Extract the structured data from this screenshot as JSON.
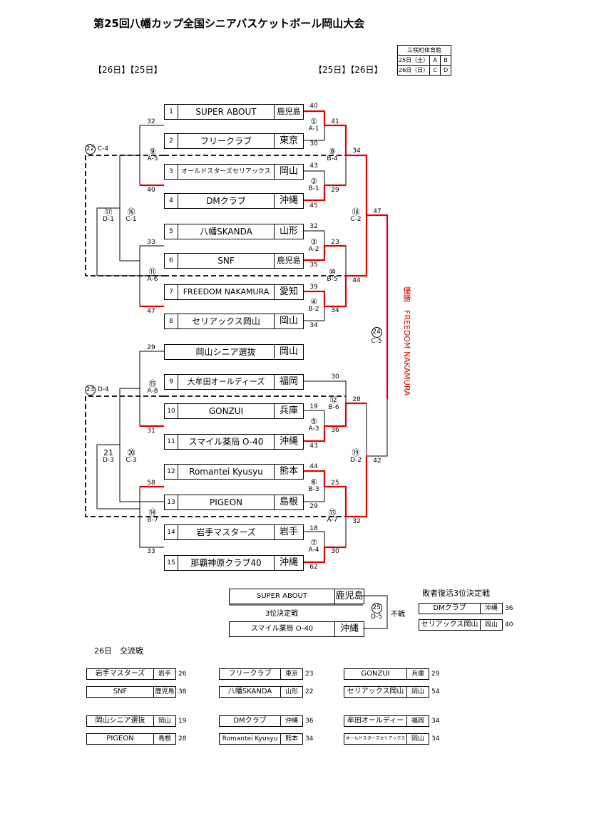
{
  "title": "第25回八幡カップ全国シニアバスケットボール岡山大会",
  "header_left": "【26日】【25日】",
  "header_right": "【25日】【26日】",
  "venue": {
    "name": "三咲町体育館",
    "rows": [
      {
        "day": "25日（土）",
        "c1": "A",
        "c2": "B"
      },
      {
        "day": "26日（日）",
        "c1": "C",
        "c2": "D"
      }
    ]
  },
  "teams": [
    {
      "seed": "1",
      "name": "SUPER ABOUT",
      "pref": "鹿児島"
    },
    {
      "seed": "2",
      "name": "フリークラブ",
      "pref": "東京"
    },
    {
      "seed": "3",
      "name": "オールドスターズセリアックス",
      "pref": "岡山"
    },
    {
      "seed": "4",
      "name": "DMクラブ",
      "pref": "沖縄"
    },
    {
      "seed": "5",
      "name": "八幡SKANDA",
      "pref": "山形"
    },
    {
      "seed": "6",
      "name": "SNF",
      "pref": "鹿児島"
    },
    {
      "seed": "7",
      "name": "FREEDOM NAKAMURA",
      "pref": "愛知"
    },
    {
      "seed": "8",
      "name": "セリアックス岡山",
      "pref": "岡山"
    },
    {
      "seed": "",
      "name": "岡山シニア選抜",
      "pref": "岡山"
    },
    {
      "seed": "9",
      "name": "大牟田オールディーズ",
      "pref": "福岡"
    },
    {
      "seed": "10",
      "name": "GONZUI",
      "pref": "兵庫"
    },
    {
      "seed": "11",
      "name": "スマイル薬局 O-40",
      "pref": "沖縄"
    },
    {
      "seed": "12",
      "name": "Romantei Kyusyu",
      "pref": "熊本"
    },
    {
      "seed": "13",
      "name": "PIGEON",
      "pref": "島根"
    },
    {
      "seed": "14",
      "name": "岩手マスターズ",
      "pref": "岩手"
    },
    {
      "seed": "15",
      "name": "那覇神原クラブ40",
      "pref": "沖縄"
    }
  ],
  "scores": {
    "s40a": "40",
    "s41": "41",
    "s30a": "30",
    "s34a": "34",
    "s43a": "43",
    "s29a": "29",
    "s45": "45",
    "s47a": "47",
    "s32a": "32",
    "s23a": "23",
    "s35": "35",
    "s44a": "44",
    "s39": "39",
    "s34b": "34",
    "s34c": "34",
    "s32b": "32",
    "s40b": "40",
    "s33a": "33",
    "s47b": "47",
    "s29b": "29",
    "s30b": "30",
    "s28": "28",
    "s19": "19",
    "s36": "36",
    "s43b": "43",
    "s42": "42",
    "s44b": "44",
    "s25": "25",
    "s29c": "29",
    "s32c": "32",
    "s18": "18",
    "s30c": "30",
    "s62": "62",
    "s31": "31",
    "s58": "58",
    "s33b": "33"
  },
  "matches": {
    "m1": {
      "num": "①",
      "code": "A-1"
    },
    "m2": {
      "num": "②",
      "code": "B-1"
    },
    "m3": {
      "num": "③",
      "code": "A-2"
    },
    "m4": {
      "num": "④",
      "code": "B-2"
    },
    "m5": {
      "num": "⑤",
      "code": "A-3"
    },
    "m6": {
      "num": "⑥",
      "code": "B-3"
    },
    "m7": {
      "num": "⑦",
      "code": "A-4"
    },
    "m8": {
      "num": "⑧",
      "code": "B-4"
    },
    "m9": {
      "num": "⑨",
      "code": "A-5"
    },
    "m10": {
      "num": "⑩",
      "code": "B-5"
    },
    "m11": {
      "num": "⑪",
      "code": "A-6"
    },
    "m12": {
      "num": "⑫",
      "code": "B-6"
    },
    "m13": {
      "num": "⑬",
      "code": "A-7"
    },
    "m14": {
      "num": "⑭",
      "code": "B-7"
    },
    "m15": {
      "num": "⑮",
      "code": "A-8"
    },
    "m16": {
      "num": "⑯",
      "code": "C-1"
    },
    "m17": {
      "num": "⑰",
      "code": "D-1"
    },
    "m18": {
      "num": "⑱",
      "code": "C-2"
    },
    "m19": {
      "num": "⑲",
      "code": "D-2"
    },
    "m20": {
      "num": "⑳",
      "code": "C-3"
    },
    "m21": {
      "num": "21",
      "code": "D-3"
    },
    "m22": {
      "num": "22",
      "code": "C-4"
    },
    "m23": {
      "num": "23",
      "code": "D-4"
    },
    "m24": {
      "num": "24",
      "code": "C-5"
    },
    "m25": {
      "num": "25",
      "code": "D-5"
    }
  },
  "winner_text": "優勝　FREEDOM NAKAMURA",
  "third_place": {
    "label": "3位決定戦",
    "team1": {
      "name": "SUPER ABOUT",
      "pref": "鹿児島"
    },
    "team2": {
      "name": "スマイル薬局 O-40",
      "pref": "沖縄"
    },
    "result": "不戦"
  },
  "consolation": {
    "title": "敗者復活3位決定戦",
    "rows": [
      {
        "name": "DMクラブ",
        "pref": "沖縄",
        "score": "36"
      },
      {
        "name": "セリアックス岡山",
        "pref": "岡山",
        "score": "40"
      }
    ]
  },
  "exchange": {
    "title": "26日　交流戦",
    "games": [
      [
        {
          "name": "岩手マスターズ",
          "pref": "岩手",
          "score": "26"
        },
        {
          "name": "SNF",
          "pref": "鹿児島",
          "score": "38"
        }
      ],
      [
        {
          "name": "フリークラブ",
          "pref": "東京",
          "score": "23"
        },
        {
          "name": "八幡SKANDA",
          "pref": "山形",
          "score": "22"
        }
      ],
      [
        {
          "name": "GONZUI",
          "pref": "兵庫",
          "score": "29"
        },
        {
          "name": "セリアックス岡山",
          "pref": "岡山",
          "score": "54"
        }
      ],
      [
        {
          "name": "岡山シニア選抜",
          "pref": "岡山",
          "score": "19"
        },
        {
          "name": "PIGEON",
          "pref": "島根",
          "score": "28"
        }
      ],
      [
        {
          "name": "DMクラブ",
          "pref": "沖縄",
          "score": "36"
        },
        {
          "name": "Romantei Kyusyu",
          "pref": "熊本",
          "score": "34"
        }
      ],
      [
        {
          "name": "牟田オールディー",
          "pref": "福岡",
          "score": "34"
        },
        {
          "name": "オールドスターズセリアックス",
          "pref": "岡山",
          "score": "34"
        }
      ]
    ]
  }
}
